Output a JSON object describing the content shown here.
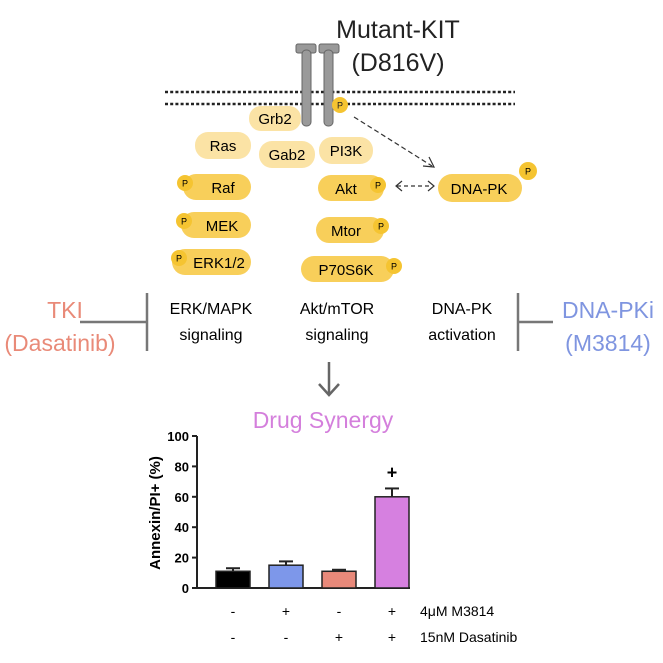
{
  "receptor": {
    "title": "Mutant-KIT",
    "mutation": "(D816V)"
  },
  "proteins": {
    "grb2": "Grb2",
    "ras": "Ras",
    "gab2": "Gab2",
    "pi3k": "PI3K",
    "raf": "Raf",
    "mek": "MEK",
    "erk": "ERK1/2",
    "akt": "Akt",
    "mtor": "Mtor",
    "p70s6k": "P70S6K",
    "dnapk": "DNA-PK",
    "phospho": "P"
  },
  "pathways": {
    "erk_line1": "ERK/MAPK",
    "erk_line2": "signaling",
    "akt_line1": "Akt/mTOR",
    "akt_line2": "signaling",
    "dnapk_line1": "DNA-PK",
    "dnapk_line2": "activation"
  },
  "inhibitors": {
    "tki_line1": "TKI",
    "tki_line2": "(Dasatinib)",
    "dnapki_line1": "DNA-PKi",
    "dnapki_line2": "(M3814)"
  },
  "outcome": "Drug Synergy",
  "colors": {
    "tki": "#e98a78",
    "dnapki": "#7f95e0",
    "synergy": "#d47fdc",
    "protein_light": "#fbe3a5",
    "protein_dark": "#f8cf5a",
    "phospho": "#f5c431"
  },
  "chart_data": {
    "type": "bar",
    "ylabel": "Annexin/PI+ (%)",
    "ylim": [
      0,
      100
    ],
    "yticks": [
      0,
      20,
      40,
      60,
      80,
      100
    ],
    "values": [
      11,
      15,
      11,
      60
    ],
    "errors": [
      2,
      2.5,
      1,
      5.5
    ],
    "bar_colors": [
      "#000000",
      "#7d97ea",
      "#e8897a",
      "#d680e0"
    ],
    "significance": [
      "",
      "",
      "",
      "+"
    ],
    "conditions": [
      {
        "label": "4μM M3814",
        "marks": [
          "-",
          "+",
          "-",
          "+"
        ]
      },
      {
        "label": "15nM Dasatinib",
        "marks": [
          "-",
          "-",
          "+",
          "+"
        ]
      }
    ]
  }
}
